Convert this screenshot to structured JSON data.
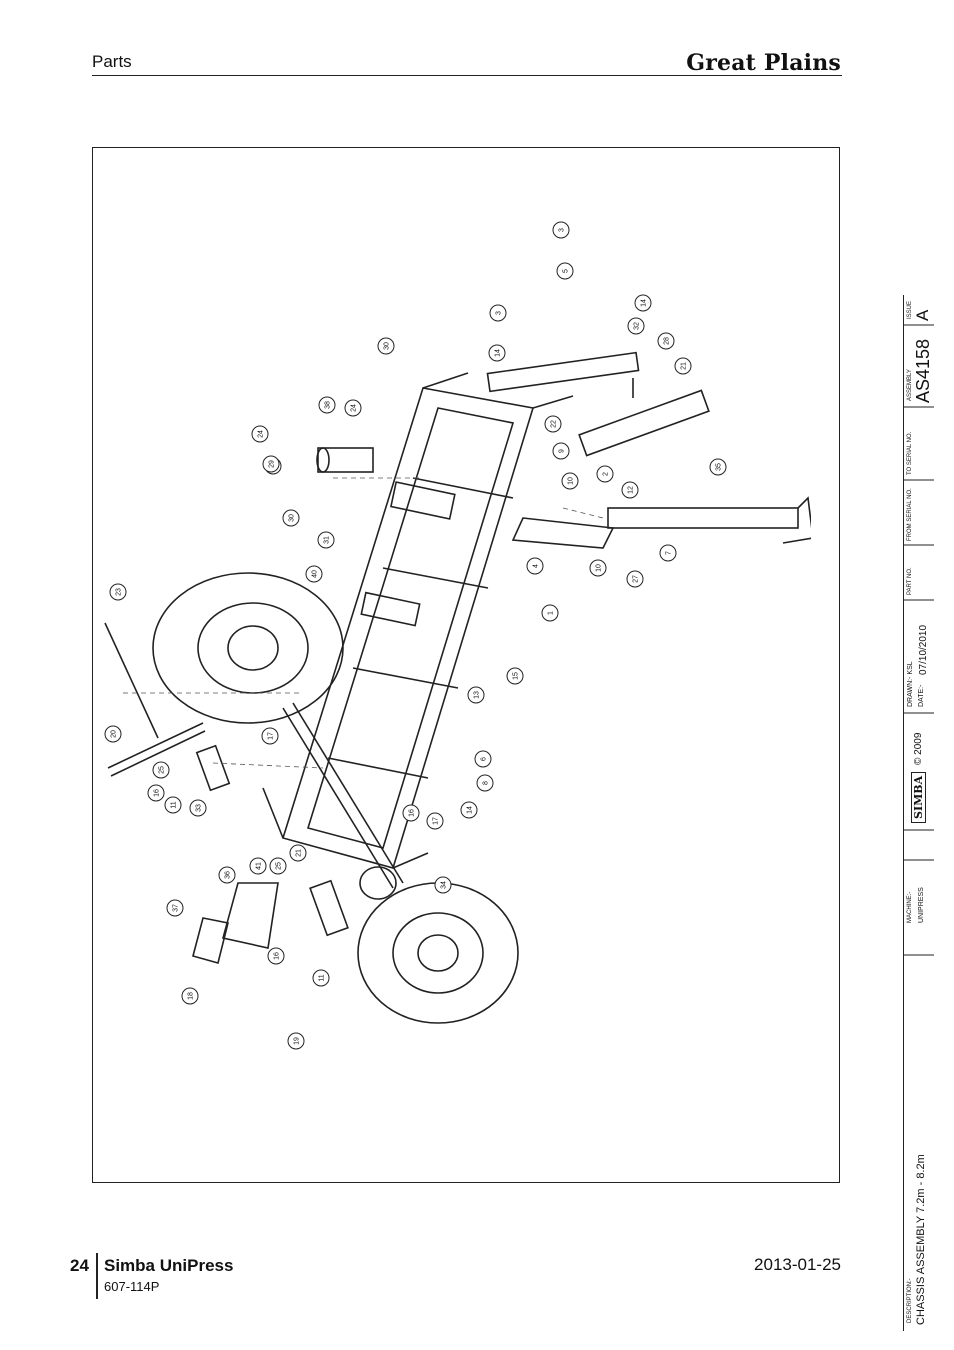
{
  "header": {
    "section": "Parts",
    "brand": "Great Plains"
  },
  "title_block": {
    "issue_label": "ISSUE",
    "issue": "A",
    "assembly_label": "ASSEMBLY",
    "assembly": "AS4158",
    "to_serial_label": "TO SERIAL NO.",
    "from_serial_label": "FROM SERIAL NO.",
    "part_no_label": "PART NO.",
    "drawn_label": "DRAWN:- KSL",
    "date_label": "DATE:-",
    "date": "07/10/2010",
    "logo_text": "SIMBA",
    "copyright": "© 2009",
    "machine_label": "MACHINE:-",
    "machine": "UNIPRESS",
    "description_label": "DESCRIPTION:-",
    "description": "CHASSIS ASSEMBLY 7.2m - 8.2m"
  },
  "callouts": [
    "3",
    "5",
    "14",
    "3",
    "32",
    "28",
    "21",
    "14",
    "30",
    "22",
    "9",
    "29",
    "38",
    "24",
    "24",
    "29",
    "30",
    "31",
    "10",
    "12",
    "2",
    "35",
    "4",
    "10",
    "27",
    "7",
    "40",
    "1",
    "23",
    "15",
    "13",
    "20",
    "25",
    "16",
    "11",
    "33",
    "17",
    "6",
    "8",
    "14",
    "17",
    "16",
    "36",
    "41",
    "25",
    "21",
    "37",
    "16",
    "11",
    "34",
    "18",
    "19"
  ],
  "footer": {
    "page": "24",
    "title": "Simba UniPress",
    "doc_code": "607-114P",
    "date": "2013-01-25"
  }
}
